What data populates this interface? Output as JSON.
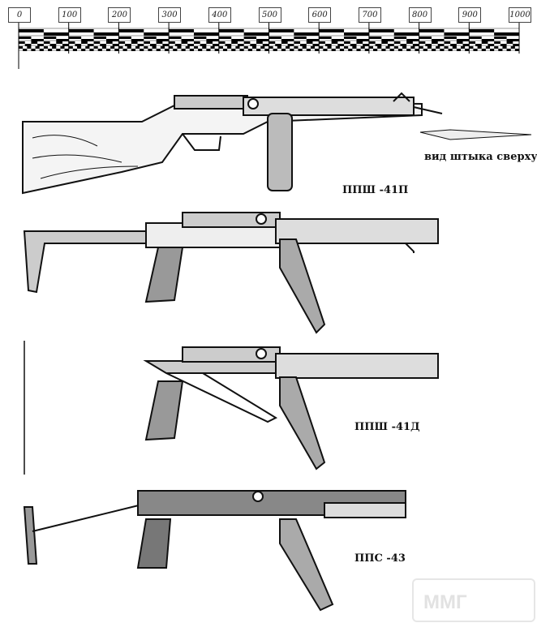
{
  "scale": {
    "unit_labels": [
      "0",
      "100",
      "200",
      "300",
      "400",
      "500",
      "600",
      "700",
      "800",
      "900",
      "1000"
    ]
  },
  "labels": {
    "bayonet_view": "вид штыка сверху",
    "ppsh_41p": "ППШ -41П",
    "ppsh_41d": "ППШ -41Д",
    "pps_43": "ППС -43"
  },
  "watermark": "ММГ"
}
